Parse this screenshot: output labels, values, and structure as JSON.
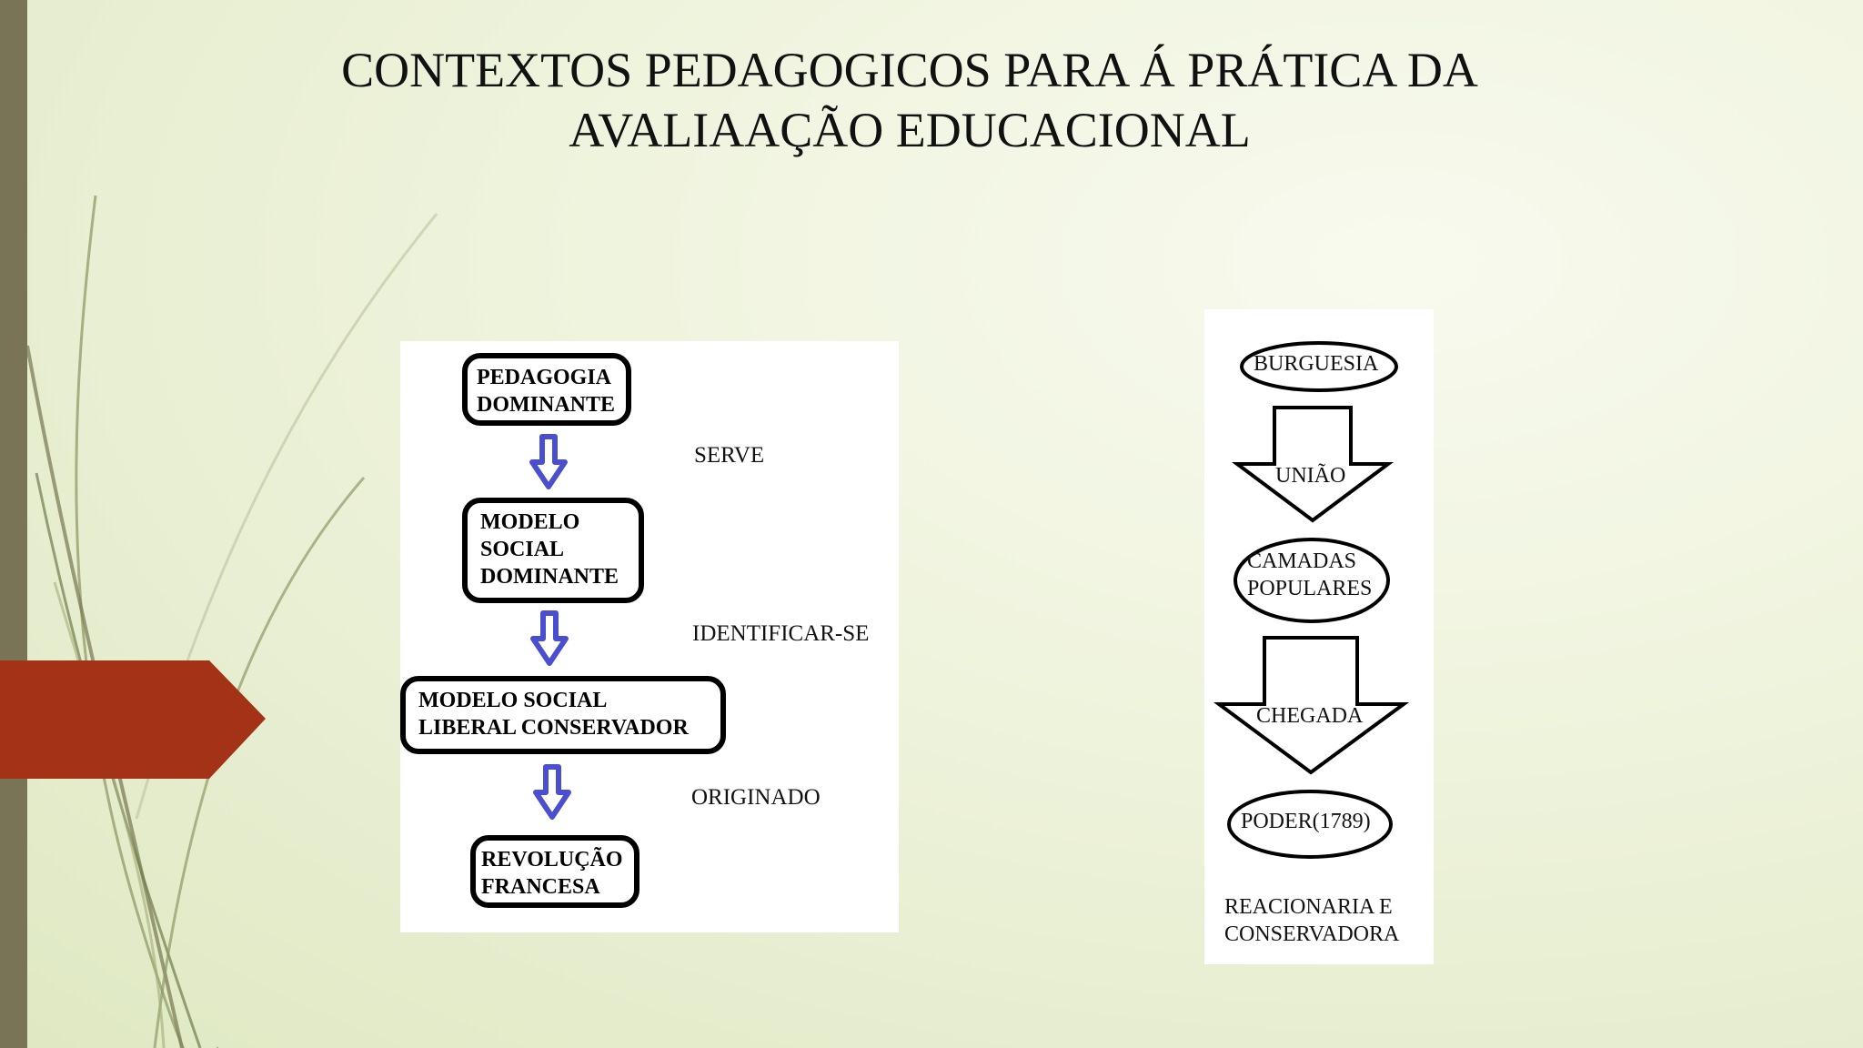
{
  "title": {
    "line1": "CONTEXTOS PEDAGOGICOS PARA Á PRÁTICA DA",
    "line2": "AVALIAAÇÃO EDUCACIONAL"
  },
  "left_diagram": {
    "boxes": [
      {
        "text": "PEDAGOGIA\nDOMINANTE"
      },
      {
        "text": "MODELO\nSOCIAL\nDOMINANTE"
      },
      {
        "text": "MODELO SOCIAL\nLIBERAL CONSERVADOR"
      },
      {
        "text": "REVOLUÇÃO\nFRANCESA"
      }
    ],
    "connectors": [
      "SERVE",
      "IDENTIFICAR-SE",
      "ORIGINADO"
    ],
    "arrow_color": "#4a4fd0"
  },
  "right_diagram": {
    "nodes": [
      {
        "lines": [
          "BURGUESIA"
        ]
      },
      {
        "lines": [
          "CAMADAS",
          "POPULARES"
        ]
      },
      {
        "lines": [
          "PODER(1789)"
        ]
      }
    ],
    "arrows": [
      "UNIÃO",
      "CHEGADA"
    ],
    "caption": [
      "REACIONARIA E",
      "CONSERVADORA"
    ]
  },
  "theme": {
    "accent_red": "#a33216",
    "bar_color": "#7a7456"
  }
}
